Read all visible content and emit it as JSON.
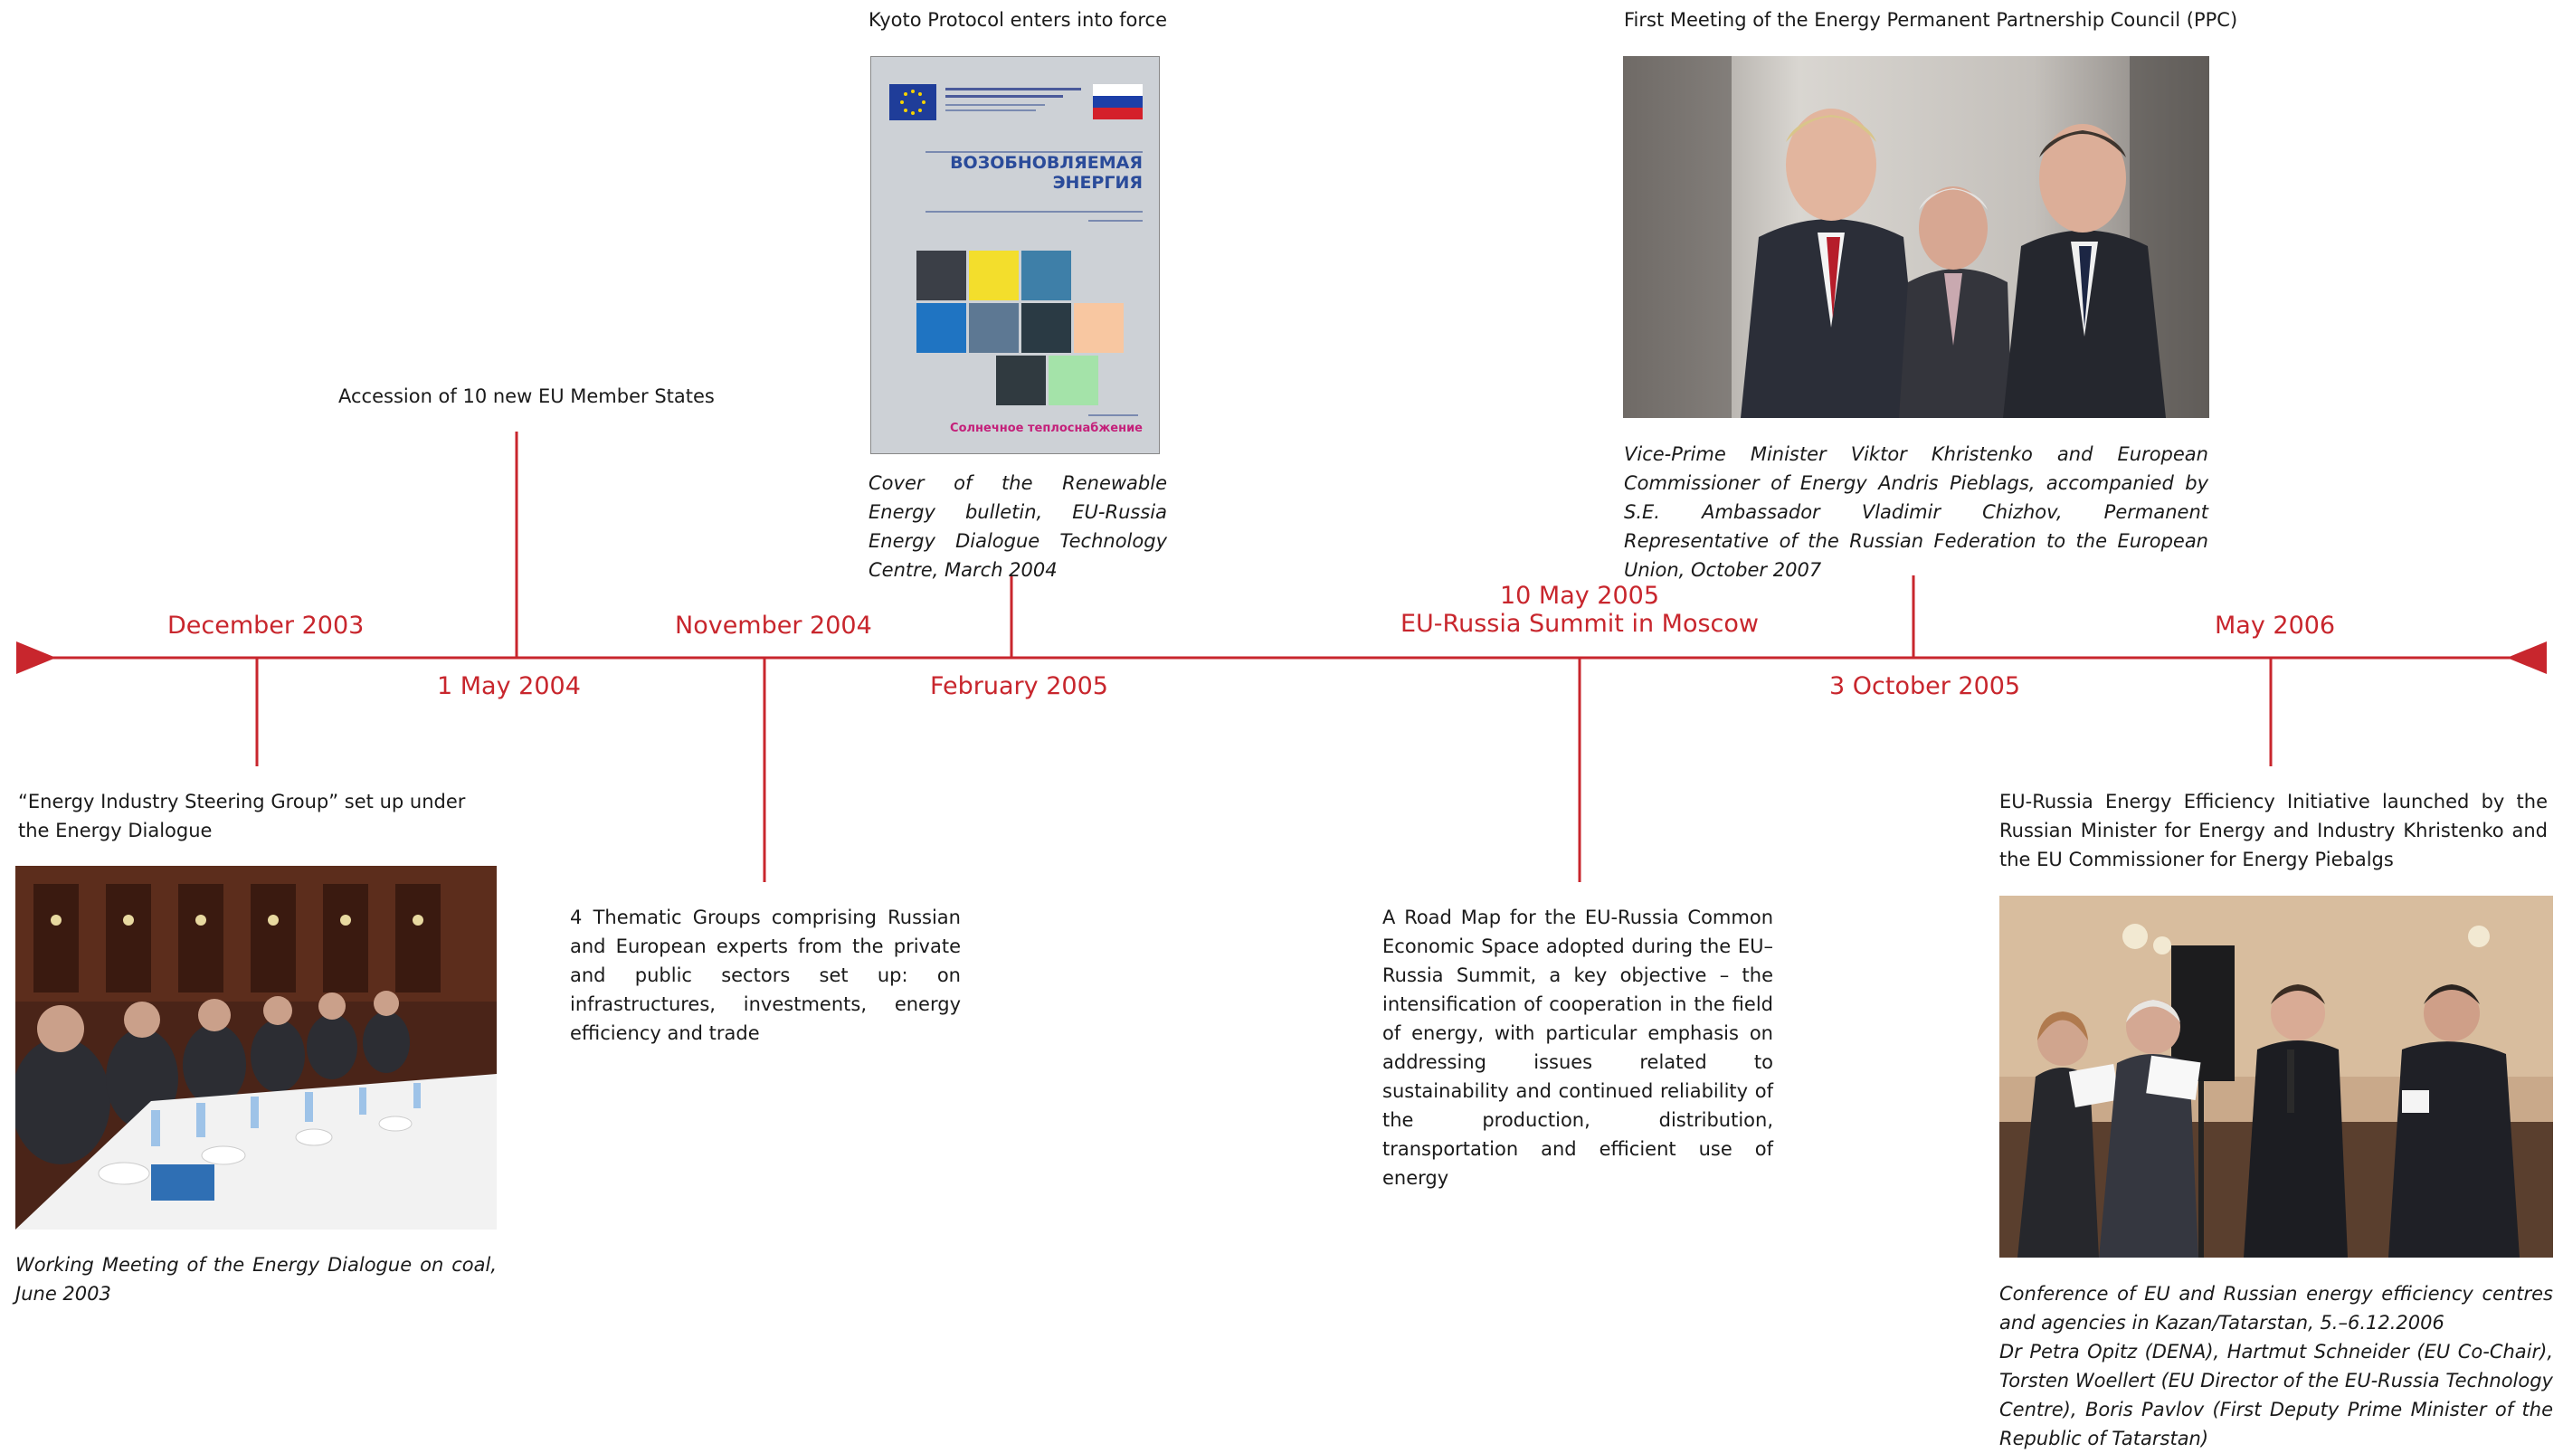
{
  "colors": {
    "accent": "#c8262d",
    "text": "#1a1a1a"
  },
  "timeline": {
    "dates": {
      "dec2003": "December 2003",
      "may2004": "1 May 2004",
      "nov2004": "November 2004",
      "feb2005": "February 2005",
      "may2005_line1": "10 May 2005",
      "may2005_line2": "EU-Russia Summit in Moscow",
      "oct2005": "3 October 2005",
      "may2006": "May 2006"
    }
  },
  "events": {
    "accession": "Accession of 10 new EU Member States",
    "kyoto": "Kyoto Protocol enters into force",
    "ppc": "First Meeting of the Energy Permanent Partnership Council (PPC)",
    "steering": "“Energy Industry Steering Group” set up under the Energy Dialogue",
    "thematic": "4 Thematic Groups comprising Russian and European experts from the private and public sectors set up: on infrastructures, investments, energy efficiency and trade",
    "roadmap": "A Road Map for the EU-Russia Common Economic Space adopted during the EU–Russia Summit, a key objective – the intensification of cooperation in the field of energy, with particular emphasis on addressing issues related to sustainability and continued reliability of the production, distribution, transportation and efficient use of energy",
    "efficiency": "EU-Russia Energy Efficiency Initiative launched by the Russian Minister for Energy and Industry Khristenko and the EU Commissioner for Energy Piebalgs"
  },
  "captions": {
    "bulletin": "Cover of the Renewable Energy bulletin, EU-Russia Energy Dialogue Technology Centre, March 2004",
    "ppc_photo": "Vice-Prime Minister Viktor Khristenko and European Commissioner of Energy Andris Pieblags, accompanied by S.E. Ambassador Vladimir Chizhov, Permanent Representative of the Russian Federation to the European Union, October 2007",
    "meeting_photo": "Working Meeting of the Energy Dialogue on coal, June 2003",
    "conference_photo_line1": "Conference of EU and Russian energy efficiency centres and agencies in Kazan/Tatarstan, 5.–6.12.2006",
    "conference_photo_line2": "Dr Petra Opitz (DENA), Hartmut Schneider (EU Co-Chair), Torsten Woellert (EU Director of the EU-Russia Technology Centre), Boris Pavlov (First Deputy Prime Minister of the Republic of Tatarstan)"
  },
  "bulletin_cover": {
    "title_line1": "ВОЗОБНОВЛЯЕМАЯ",
    "title_line2": "ЭНЕРГИЯ",
    "footer": "Солнечное теплоснабжение"
  }
}
